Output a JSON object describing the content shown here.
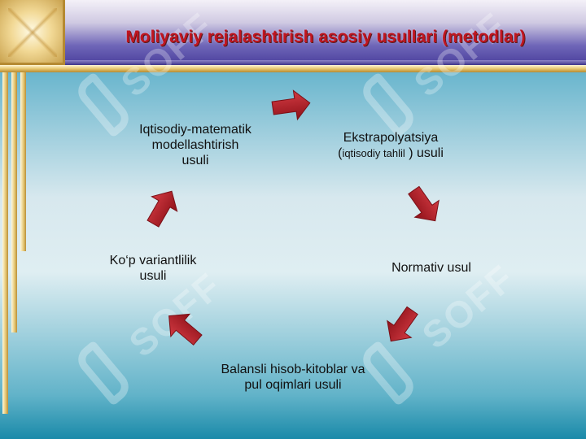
{
  "title": "Moliyaviy rejalashtirish asosiy usullari (metodlar)",
  "watermark": "SOFF",
  "nodes": {
    "top_left": {
      "line1": "Iqtisodiy-matematik",
      "line2": "modellashtirish",
      "line3": "usuli"
    },
    "top_right": {
      "line1": "Ekstrapolyatsiya",
      "line2_open": "(",
      "line2_small": "iqtisodiy tahlil",
      "line2_close": " ) usuli"
    },
    "right": {
      "line1": "Normativ usul"
    },
    "bottom": {
      "line1": "Balansli hisob-kitoblar va",
      "line2": "pul oqimlari usuli"
    },
    "left": {
      "line1": "Ko‘p variantlilik",
      "line2": "usuli"
    }
  },
  "colors": {
    "arrow": "#b3202a",
    "title": "#c01520"
  }
}
